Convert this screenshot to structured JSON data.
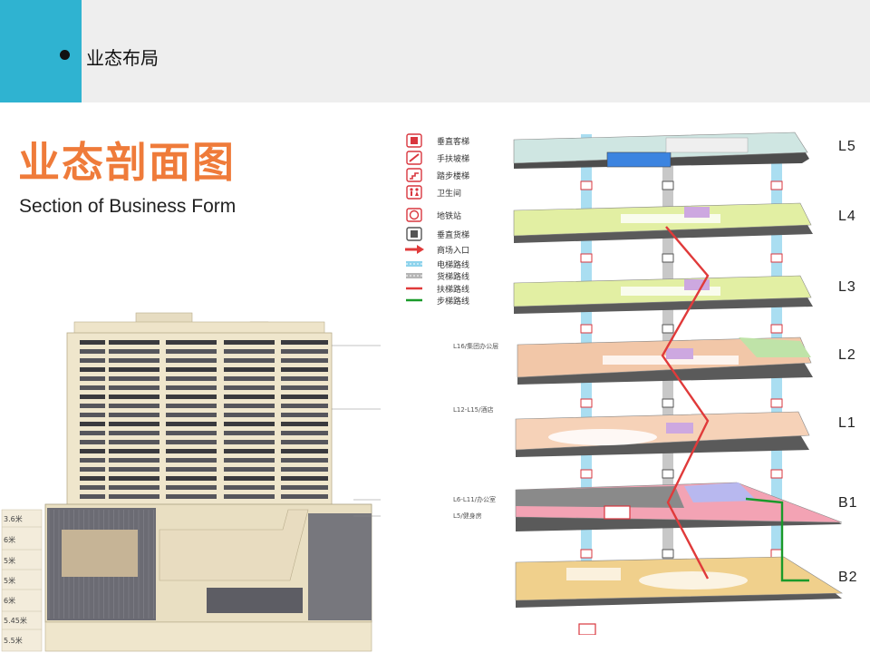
{
  "header": {
    "title": "业态布局"
  },
  "main": {
    "title_cn": "业态剖面图",
    "title_en": "Section of Business Form"
  },
  "section": {
    "labels": [
      "L16/集团办公层",
      "L12-L15/酒店",
      "L6-L11/办公室",
      "L5/健身房"
    ],
    "heights": [
      "3.6米",
      "6米",
      "5米",
      "5米",
      "6米",
      "5.45米",
      "5.5米"
    ]
  },
  "legend": {
    "items": [
      {
        "label": "垂直客梯",
        "icon": "passenger-elevator-icon"
      },
      {
        "label": "手扶坡梯",
        "icon": "ramp-escalator-icon"
      },
      {
        "label": "踏步楼梯",
        "icon": "stair-escalator-icon"
      },
      {
        "label": "卫生间",
        "icon": "restroom-icon"
      },
      {
        "label": "地铁站",
        "icon": "metro-station-icon"
      },
      {
        "label": "垂直货梯",
        "icon": "freight-elevator-icon"
      },
      {
        "label": "商场入口",
        "icon": "mall-entrance-arrow-icon"
      },
      {
        "label": "电梯路线",
        "icon": "elevator-route-line-icon"
      },
      {
        "label": "货梯路线",
        "icon": "freight-route-line-icon"
      },
      {
        "label": "扶梯路线",
        "icon": "escalator-route-line-icon"
      },
      {
        "label": "步梯路线",
        "icon": "stairs-route-line-icon"
      }
    ]
  },
  "floors": [
    "L5",
    "L4",
    "L3",
    "L2",
    "L1",
    "B1",
    "B2"
  ],
  "colors": {
    "accent": "#2fb3d1",
    "title": "#ef7b3a",
    "red_icon": "#d9363e",
    "elevator_route": "#8dd3ec",
    "freight_route": "#b5b5b5",
    "escalator_route": "#e03a3a",
    "stairs_route": "#1a9a2a"
  }
}
